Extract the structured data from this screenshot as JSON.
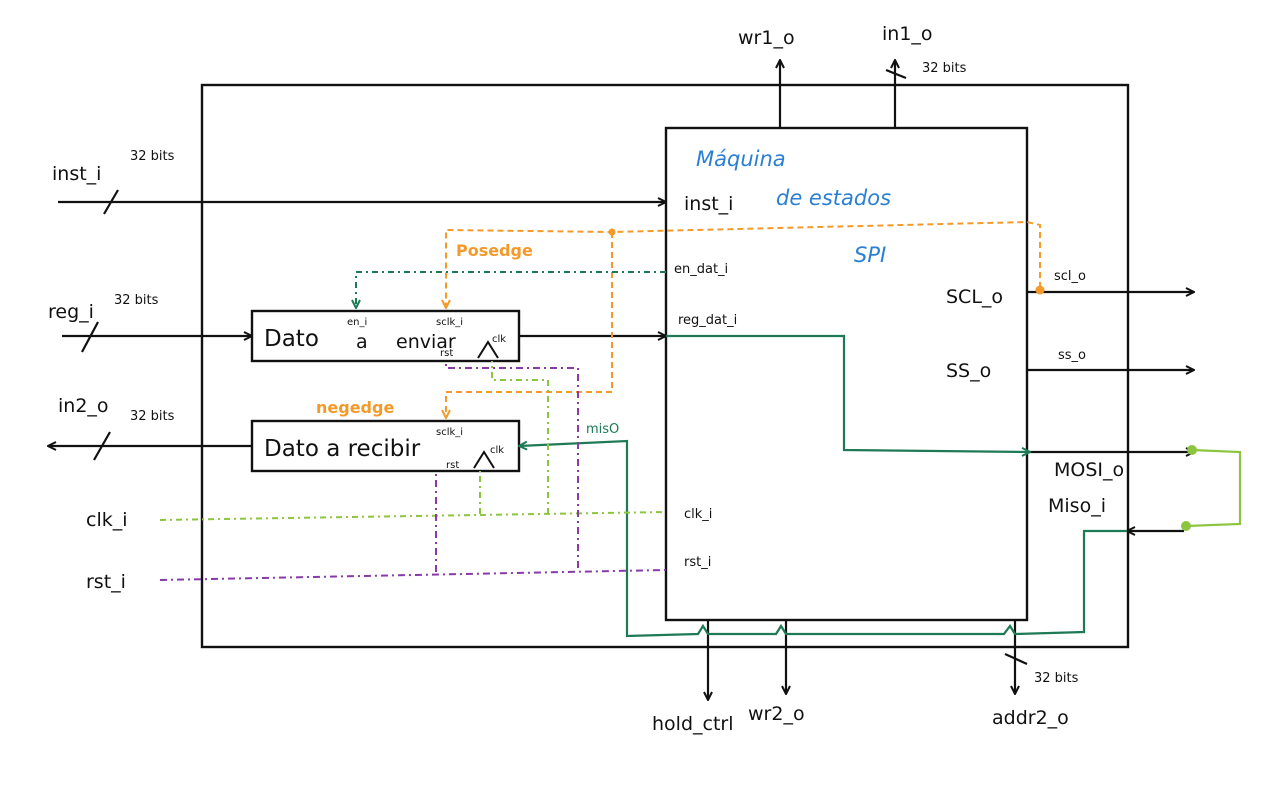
{
  "outputs_top": {
    "wr1": "wr1_o",
    "in1": "in1_o",
    "in1_width": "32 bits"
  },
  "inputs_left": {
    "inst": "inst_i",
    "inst_width": "32 bits",
    "reg": "reg_i",
    "reg_width": "32 bits",
    "in2": "in2_o",
    "in2_width": "32 bits",
    "clk": "clk_i",
    "rst": "rst_i"
  },
  "fsm": {
    "title_line1": "Máquina",
    "title_line2": "de estados",
    "title_line3": "SPI",
    "port_inst": "inst_i",
    "port_en_dat": "en_dat_i",
    "port_reg_dat": "reg_dat_i",
    "port_clk": "clk_i",
    "port_rst": "rst_i",
    "port_scl": "SCL_o",
    "port_ss": "SS_o"
  },
  "send_block": {
    "label_w1": "Dato",
    "label_w2": "a",
    "label_w3": "enviar",
    "port_en": "en_i",
    "port_sclk": "sclk_i",
    "port_rst": "rst",
    "port_clk": "clk"
  },
  "recv_block": {
    "label": "Dato a recibir",
    "port_sclk": "sclk_i",
    "port_rst": "rst",
    "port_clk": "clk"
  },
  "edge_labels": {
    "posedge": "Posedge",
    "negedge": "negedge"
  },
  "signals": {
    "miso_wire": "misO"
  },
  "outputs_right": {
    "scl": "scl_o",
    "ss": "ss_o",
    "mosi": "MOSI_o",
    "miso": "Miso_i"
  },
  "outputs_bottom": {
    "hold": "hold_ctrl",
    "wr2": "wr2_o",
    "addr2": "addr2_o",
    "addr2_width": "32 bits"
  },
  "colors": {
    "ink": "#111111",
    "fsm_title": "#2a7fd4",
    "edge_orange": "#f39a2b",
    "teal": "#1d7a55",
    "lime": "#8cc63f",
    "purple": "#8a3aa8"
  }
}
